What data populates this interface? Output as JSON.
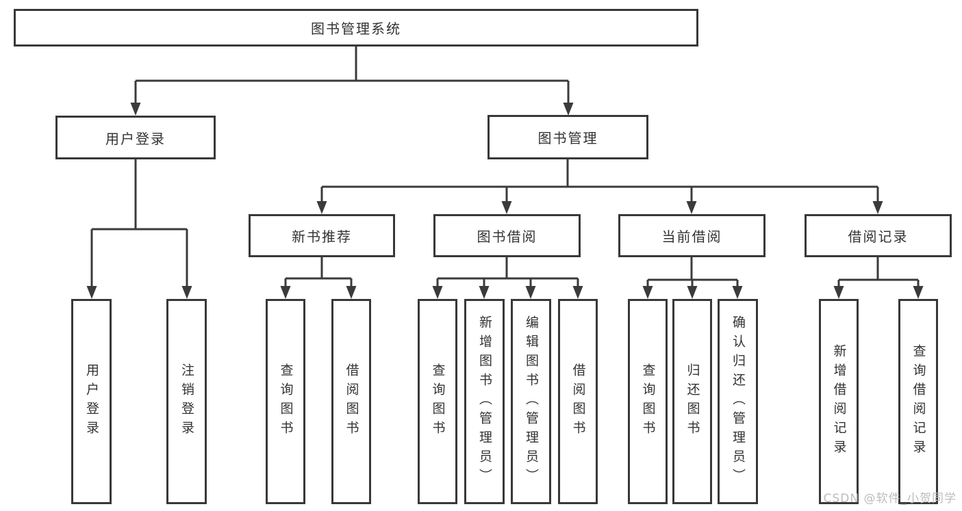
{
  "diagram": {
    "root": {
      "label": "图书管理系统"
    },
    "level2": [
      {
        "label": "用户登录"
      },
      {
        "label": "图书管理"
      }
    ],
    "level3": [
      {
        "label": "新书推荐"
      },
      {
        "label": "图书借阅"
      },
      {
        "label": "当前借阅"
      },
      {
        "label": "借阅记录"
      }
    ],
    "leaves": {
      "user_login": [
        "用户登录",
        "注销登录"
      ],
      "new_book": [
        "查询图书",
        "借阅图书"
      ],
      "book_borrow": [
        "查询图书",
        "新增图书（管理员）",
        "编辑图书（管理员）",
        "借阅图书"
      ],
      "current_borrow": [
        "查询图书",
        "归还图书",
        "确认归还（管理员）"
      ],
      "borrow_record": [
        "新增借阅记录",
        "查询借阅记录"
      ]
    }
  },
  "watermark": "CSDN @软件_小贺同学",
  "colors": {
    "line": "#3b3b3b",
    "text": "#333333",
    "watermark": "#bcbcbc",
    "background": "#ffffff"
  }
}
